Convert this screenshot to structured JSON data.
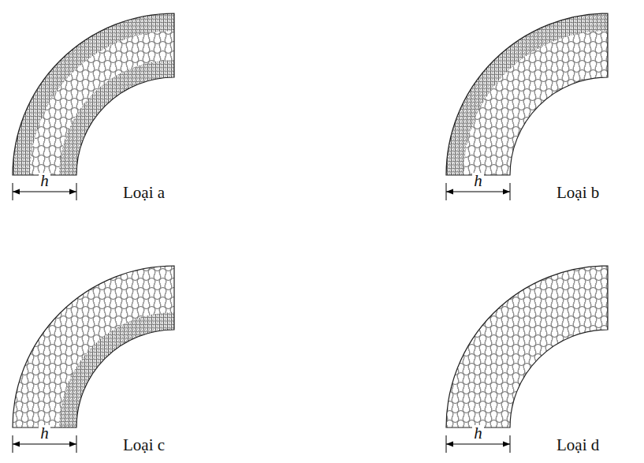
{
  "diagram": {
    "labels": [
      "h",
      "Loại a",
      "h",
      "Loại b",
      "h",
      "Loại c",
      "h",
      "Loại d"
    ]
  }
}
